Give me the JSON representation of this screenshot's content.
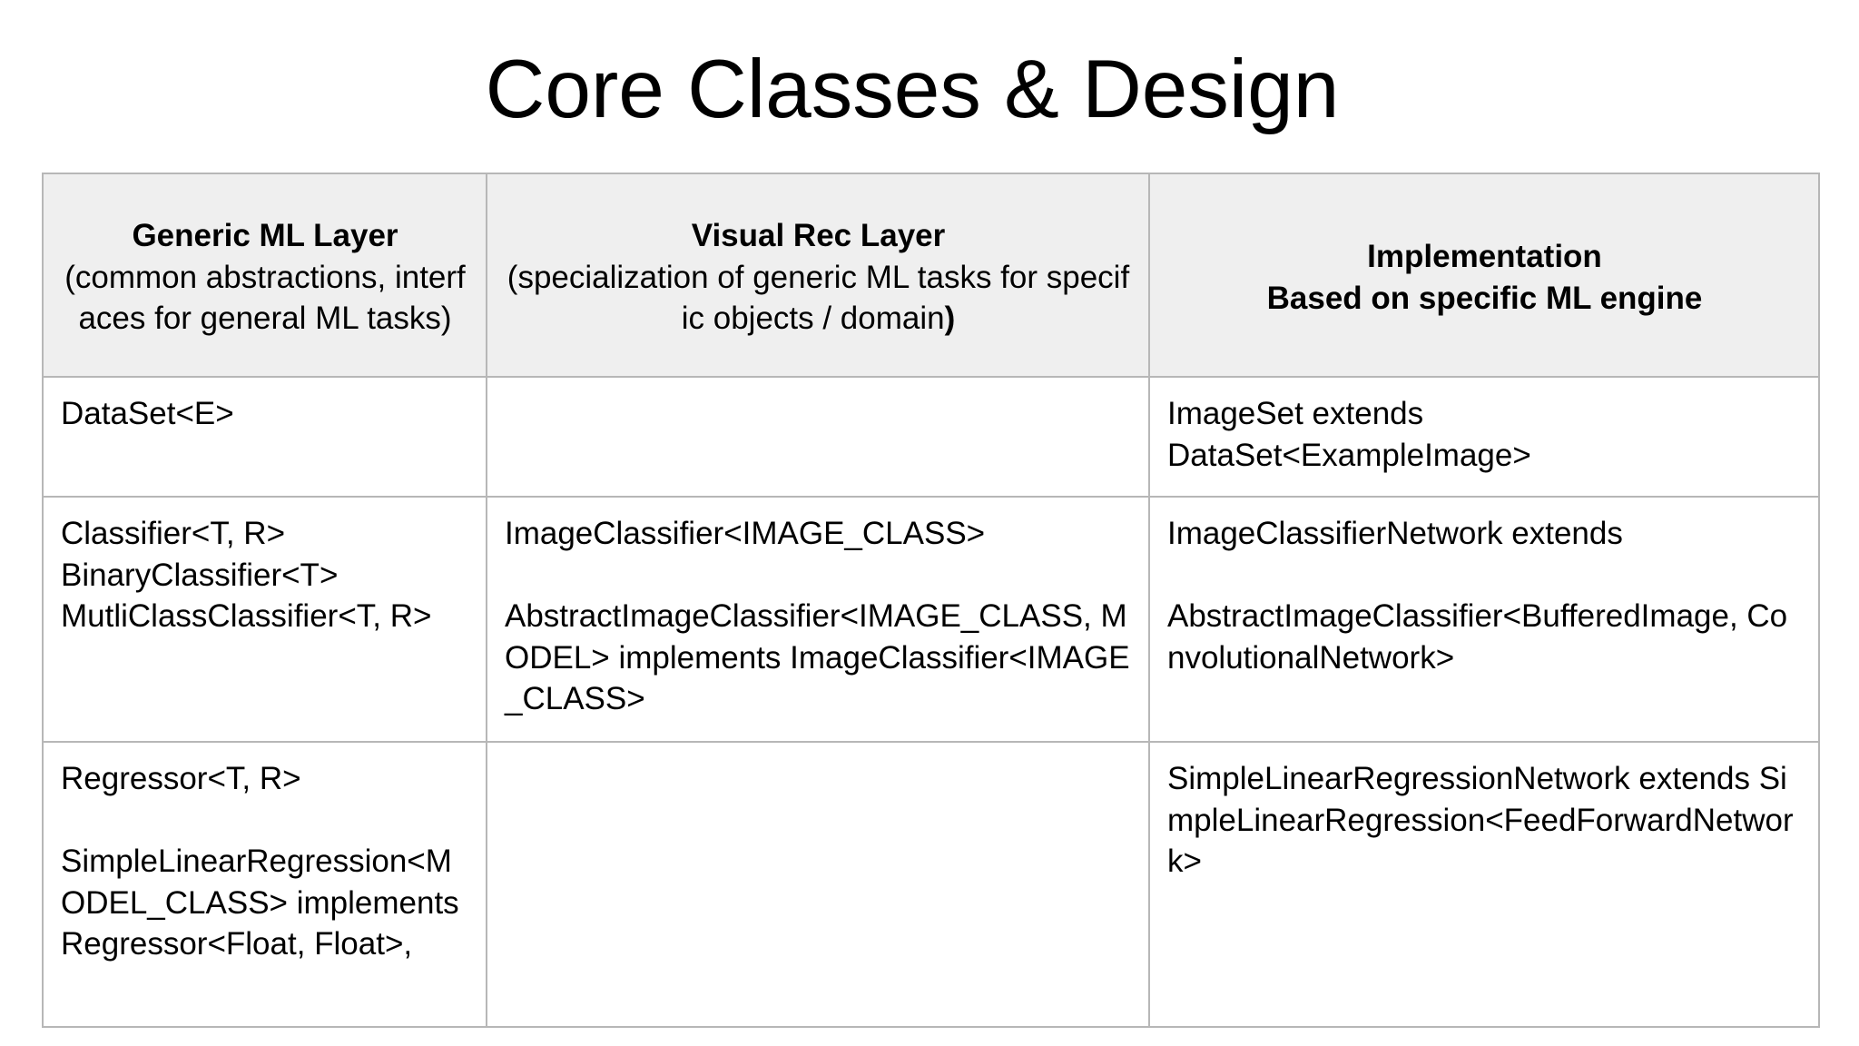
{
  "slide": {
    "title": "Core Classes & Design"
  },
  "table": {
    "headers": [
      {
        "title": "Generic ML Layer",
        "subtitle": "(common abstractions, interfaces for general ML tasks)"
      },
      {
        "title": "Visual Rec Layer",
        "subtitle": "(specialization of generic ML tasks for specific objects / domain",
        "closing": ")"
      },
      {
        "title": "Implementation",
        "subtitle": "Based on specific ML engine"
      }
    ],
    "rows": [
      {
        "generic": "DataSet<E>",
        "visual": "",
        "implementation": "ImageSet extends\nDataSet<ExampleImage>"
      },
      {
        "generic": "Classifier<T, R>\nBinaryClassifier<T>\nMutliClassClassifier<T, R>",
        "visual": "ImageClassifier<IMAGE_CLASS>\n\nAbstractImageClassifier<IMAGE_CLASS, MODEL> implements ImageClassifier<IMAGE_CLASS>",
        "implementation": "ImageClassifierNetwork extends\n\nAbstractImageClassifier<BufferedImage, ConvolutionalNetwork>"
      },
      {
        "generic": "Regressor<T, R>\n\nSimpleLinearRegression<MODEL_CLASS> implements Regressor<Float, Float>,",
        "visual": "",
        "implementation": "SimpleLinearRegressionNetwork extends SimpleLinearRegression<FeedForwardNetwork>"
      }
    ]
  }
}
